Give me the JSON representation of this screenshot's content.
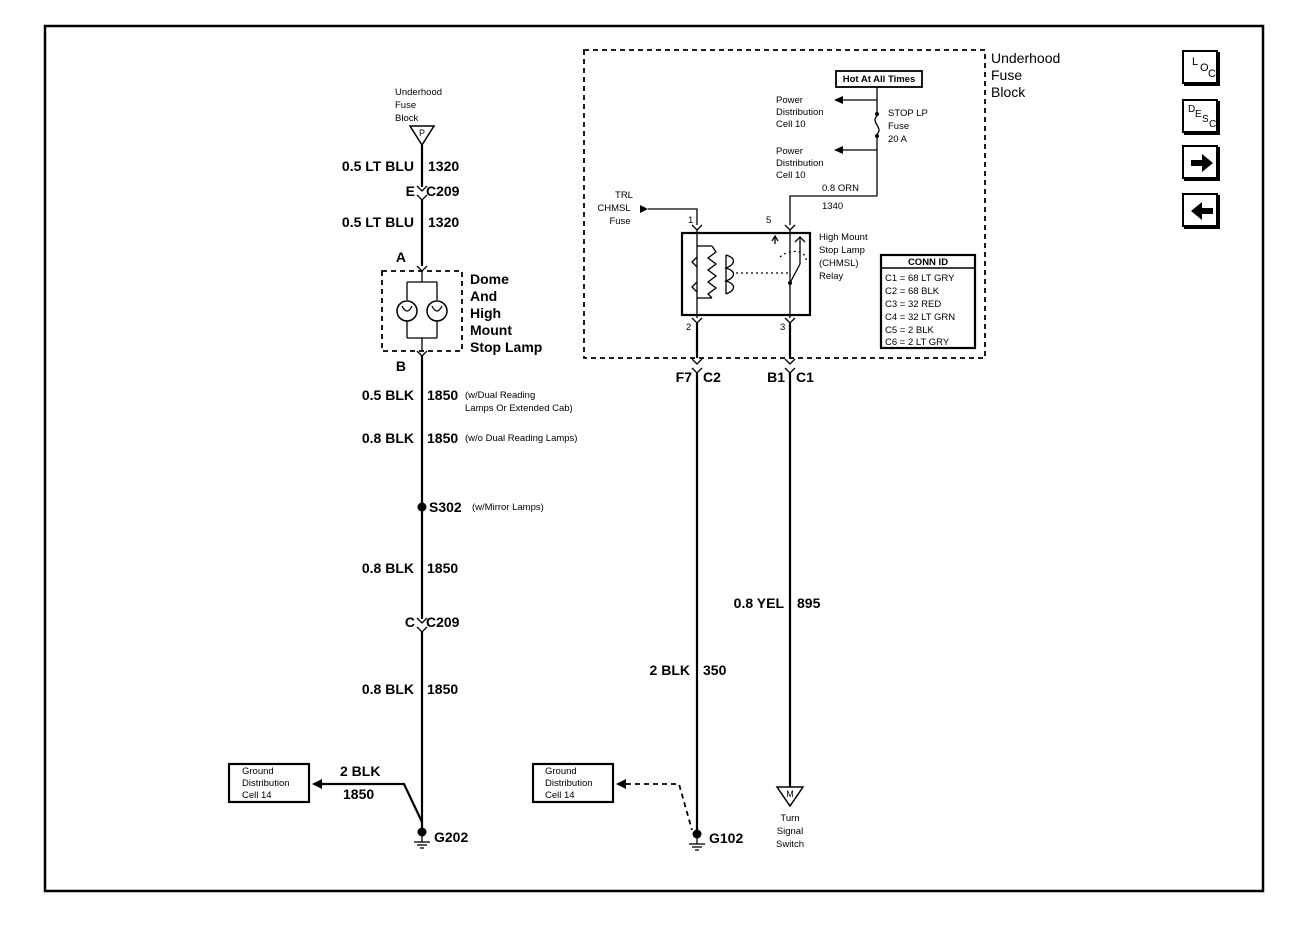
{
  "left_circuit": {
    "fuse_block_label": [
      "Underhood",
      "Fuse",
      "Block"
    ],
    "fuse_pin": "P",
    "wire_top_1": "0.5 LT BLU",
    "circuit_top_1": "1320",
    "conn_top_pin": "E",
    "conn_top": "C209",
    "wire_top_2": "0.5 LT BLU",
    "circuit_top_2": "1320",
    "lamp_pin_a": "A",
    "lamp_label": [
      "Dome",
      "And",
      "High",
      "Mount",
      "Stop Lamp"
    ],
    "lamp_pin_b": "B",
    "wire_mid_1": "0.5 BLK",
    "circuit_mid_1": "1850",
    "note_mid_1": [
      "(w/Dual Reading",
      "Lamps Or Extended Cab)"
    ],
    "wire_mid_2": "0.8 BLK",
    "circuit_mid_2": "1850",
    "note_mid_2": "(w/o Dual Reading Lamps)",
    "splice": "S302",
    "splice_note": "(w/Mirror Lamps)",
    "wire_mid_3": "0.8 BLK",
    "circuit_mid_3": "1850",
    "conn_bot_pin": "C",
    "conn_bot": "C209",
    "wire_bot": "0.8 BLK",
    "circuit_bot": "1850",
    "ground_box": [
      "Ground",
      "Distribution",
      "Cell 14"
    ],
    "ground_wire": "2 BLK",
    "ground_circuit": "1850",
    "ground": "G202"
  },
  "fuse_block": {
    "title": [
      "Underhood",
      "Fuse",
      "Block"
    ],
    "hot_label": "Hot At All Times",
    "pdc_label_1": [
      "Power",
      "Distribution",
      "Cell 10"
    ],
    "pdc_label_2": [
      "Power",
      "Distribution",
      "Cell 10"
    ],
    "fuse_label": [
      "STOP LP",
      "Fuse",
      "20 A"
    ],
    "relay_wire": "0.8 ORN",
    "relay_circuit": "1340",
    "trl_label": [
      "TRL",
      "CHMSL",
      "Fuse"
    ],
    "relay_label": [
      "High Mount",
      "Stop Lamp",
      "(CHMSL)",
      "Relay"
    ],
    "relay_pins": [
      "1",
      "5",
      "2",
      "3"
    ],
    "conn_id_title": "CONN ID",
    "conn_id_rows": [
      "C1 = 68 LT GRY",
      "C2 = 68 BLK",
      "C3 = 32 RED",
      "C4 = 32 LT GRN",
      "C5 = 2 BLK",
      "C6 = 2 LT GRY"
    ]
  },
  "middle_circuit": {
    "pin": "F7",
    "conn": "C2",
    "wire": "2 BLK",
    "circuit": "350",
    "ground_box": [
      "Ground",
      "Distribution",
      "Cell 14"
    ],
    "ground": "G102"
  },
  "right_circuit": {
    "pin": "B1",
    "conn": "C1",
    "wire": "0.8 YEL",
    "circuit": "895",
    "switch_pin": "M",
    "switch_label": [
      "Turn",
      "Signal",
      "Switch"
    ]
  },
  "nav": {
    "loc_letters": [
      "L",
      "O",
      "C"
    ],
    "desc_letters": [
      "D",
      "E",
      "S",
      "C"
    ],
    "forward_icon": "arrow-right-icon",
    "back_icon": "arrow-left-icon"
  }
}
